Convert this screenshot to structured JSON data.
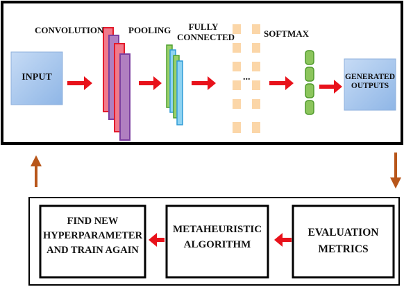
{
  "cnn_pipeline": {
    "input_label": "INPUT",
    "convolution_label": "CONVOLUTION",
    "pooling_label": "POOLING",
    "fully_connected_line1": "FULLY",
    "fully_connected_line2": "CONNECTED",
    "ellipsis": "...",
    "softmax_label": "SOFTMAX",
    "generated_outputs_line1": "GENERATED",
    "generated_outputs_line2": "OUTPUTS"
  },
  "optimization_loop": {
    "find_new_line1": "FIND NEW",
    "find_new_line2": "HYPERPARAMETER",
    "find_new_line3": "AND TRAIN AGAIN",
    "metaheuristic_line1": "METAHEURISTIC",
    "metaheuristic_line2": "ALGORITHM",
    "evaluation_line1": "EVALUATION",
    "evaluation_line2": "METRICS"
  },
  "colors": {
    "arrow_red": "#e8121b",
    "arrow_orange": "#b8561a",
    "input_fill": "#a9c8ee",
    "conv_fill": "#f07a8c",
    "conv_stroke_red": "#e31b2b",
    "conv_stroke_purple": "#7b3fa0",
    "pool_fill_green": "#9ad06a",
    "pool_fill_blue": "#8fd3f2",
    "fc_node": "#fbd6a8",
    "softmax_node": "#8cc55c"
  }
}
